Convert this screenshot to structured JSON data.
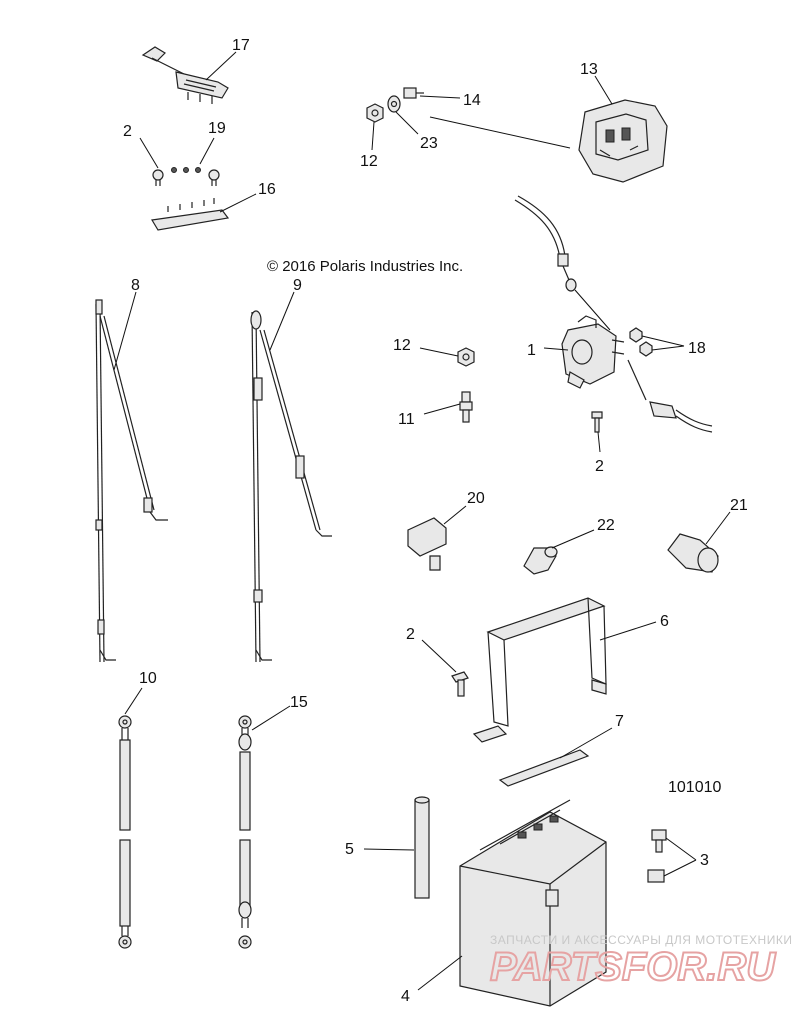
{
  "diagram": {
    "copyright": "© 2016 Polaris Industries Inc.",
    "figure_number": "101010",
    "callouts": [
      "1",
      "2",
      "2",
      "2",
      "3",
      "4",
      "5",
      "6",
      "7",
      "8",
      "9",
      "10",
      "11",
      "12",
      "12",
      "13",
      "14",
      "15",
      "16",
      "17",
      "18",
      "19",
      "20",
      "21",
      "22",
      "23"
    ],
    "labels": {
      "c17": "17",
      "c2a": "2",
      "c19": "19",
      "c16": "16",
      "c14": "14",
      "c13": "13",
      "c12a": "12",
      "c23": "23",
      "c8": "8",
      "c9": "9",
      "c12b": "12",
      "c1": "1",
      "c18": "18",
      "c11": "11",
      "c2b": "2",
      "c20": "20",
      "c22": "22",
      "c21": "21",
      "c2c": "2",
      "c6": "6",
      "c10": "10",
      "c15": "15",
      "c7": "7",
      "c5": "5",
      "c3": "3",
      "c4": "4"
    }
  },
  "watermark": {
    "tagline": "ЗАПЧАСТИ И АКСЕССУАРЫ ДЛЯ МОТОТЕХНИКИ",
    "brand": "PARTSFOR.RU"
  }
}
